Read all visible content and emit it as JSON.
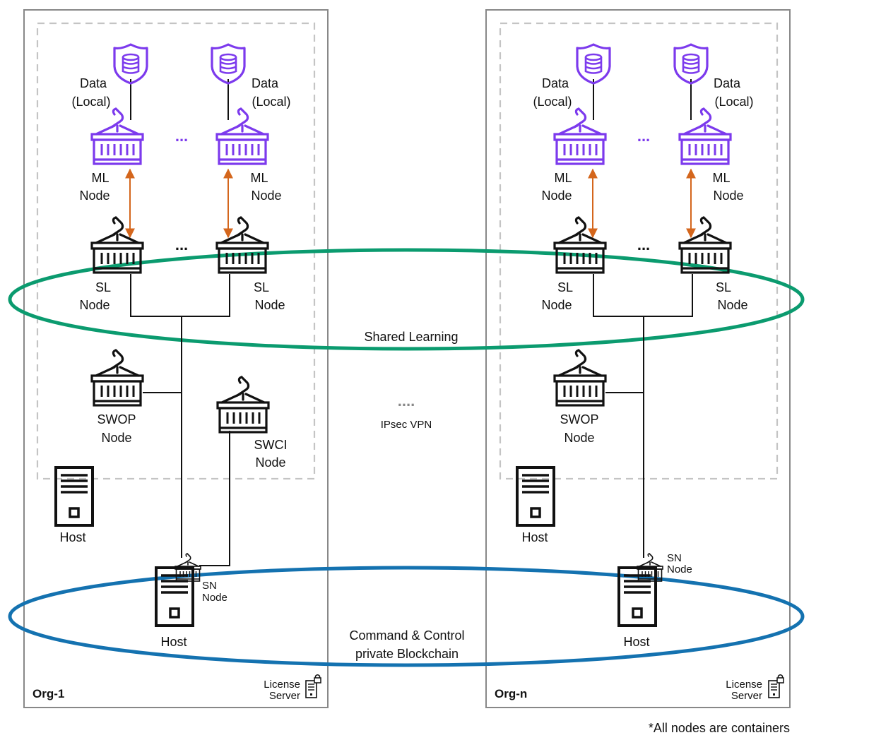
{
  "orgs": [
    {
      "name": "Org-1",
      "license_line1": "License",
      "license_line2": "Server",
      "host_label": "Host",
      "sn_host_label": "Host"
    },
    {
      "name": "Org-n",
      "license_line1": "License",
      "license_line2": "Server",
      "host_label": "Host",
      "sn_host_label": "Host"
    }
  ],
  "labels": {
    "data_line1": "Data",
    "data_line2": "(Local)",
    "ml_line1": "ML",
    "ml_line2": "Node",
    "sl_line1": "SL",
    "sl_line2": "Node",
    "swop_line1": "SWOP",
    "swop_line2": "Node",
    "swci_line1": "SWCI",
    "swci_line2": "Node",
    "sn_line1": "SN",
    "sn_line2": "Node",
    "ellipsis": "...",
    "vpn_dots": "....",
    "vpn": "IPsec VPN"
  },
  "shared_learning": "Shared Learning",
  "command_control_line1": "Command & Control",
  "command_control_line2": "private Blockchain",
  "footnote": "*All nodes are containers",
  "colors": {
    "ml": "#7c3aed",
    "shared_learning": "#0b9b6f",
    "blockchain": "#1472b0",
    "arrow": "#d4661c",
    "border": "#888888",
    "dashed": "#c4c4c4"
  },
  "icons": [
    "database-shield-icon",
    "container-icon",
    "server-icon",
    "license-server-icon"
  ]
}
